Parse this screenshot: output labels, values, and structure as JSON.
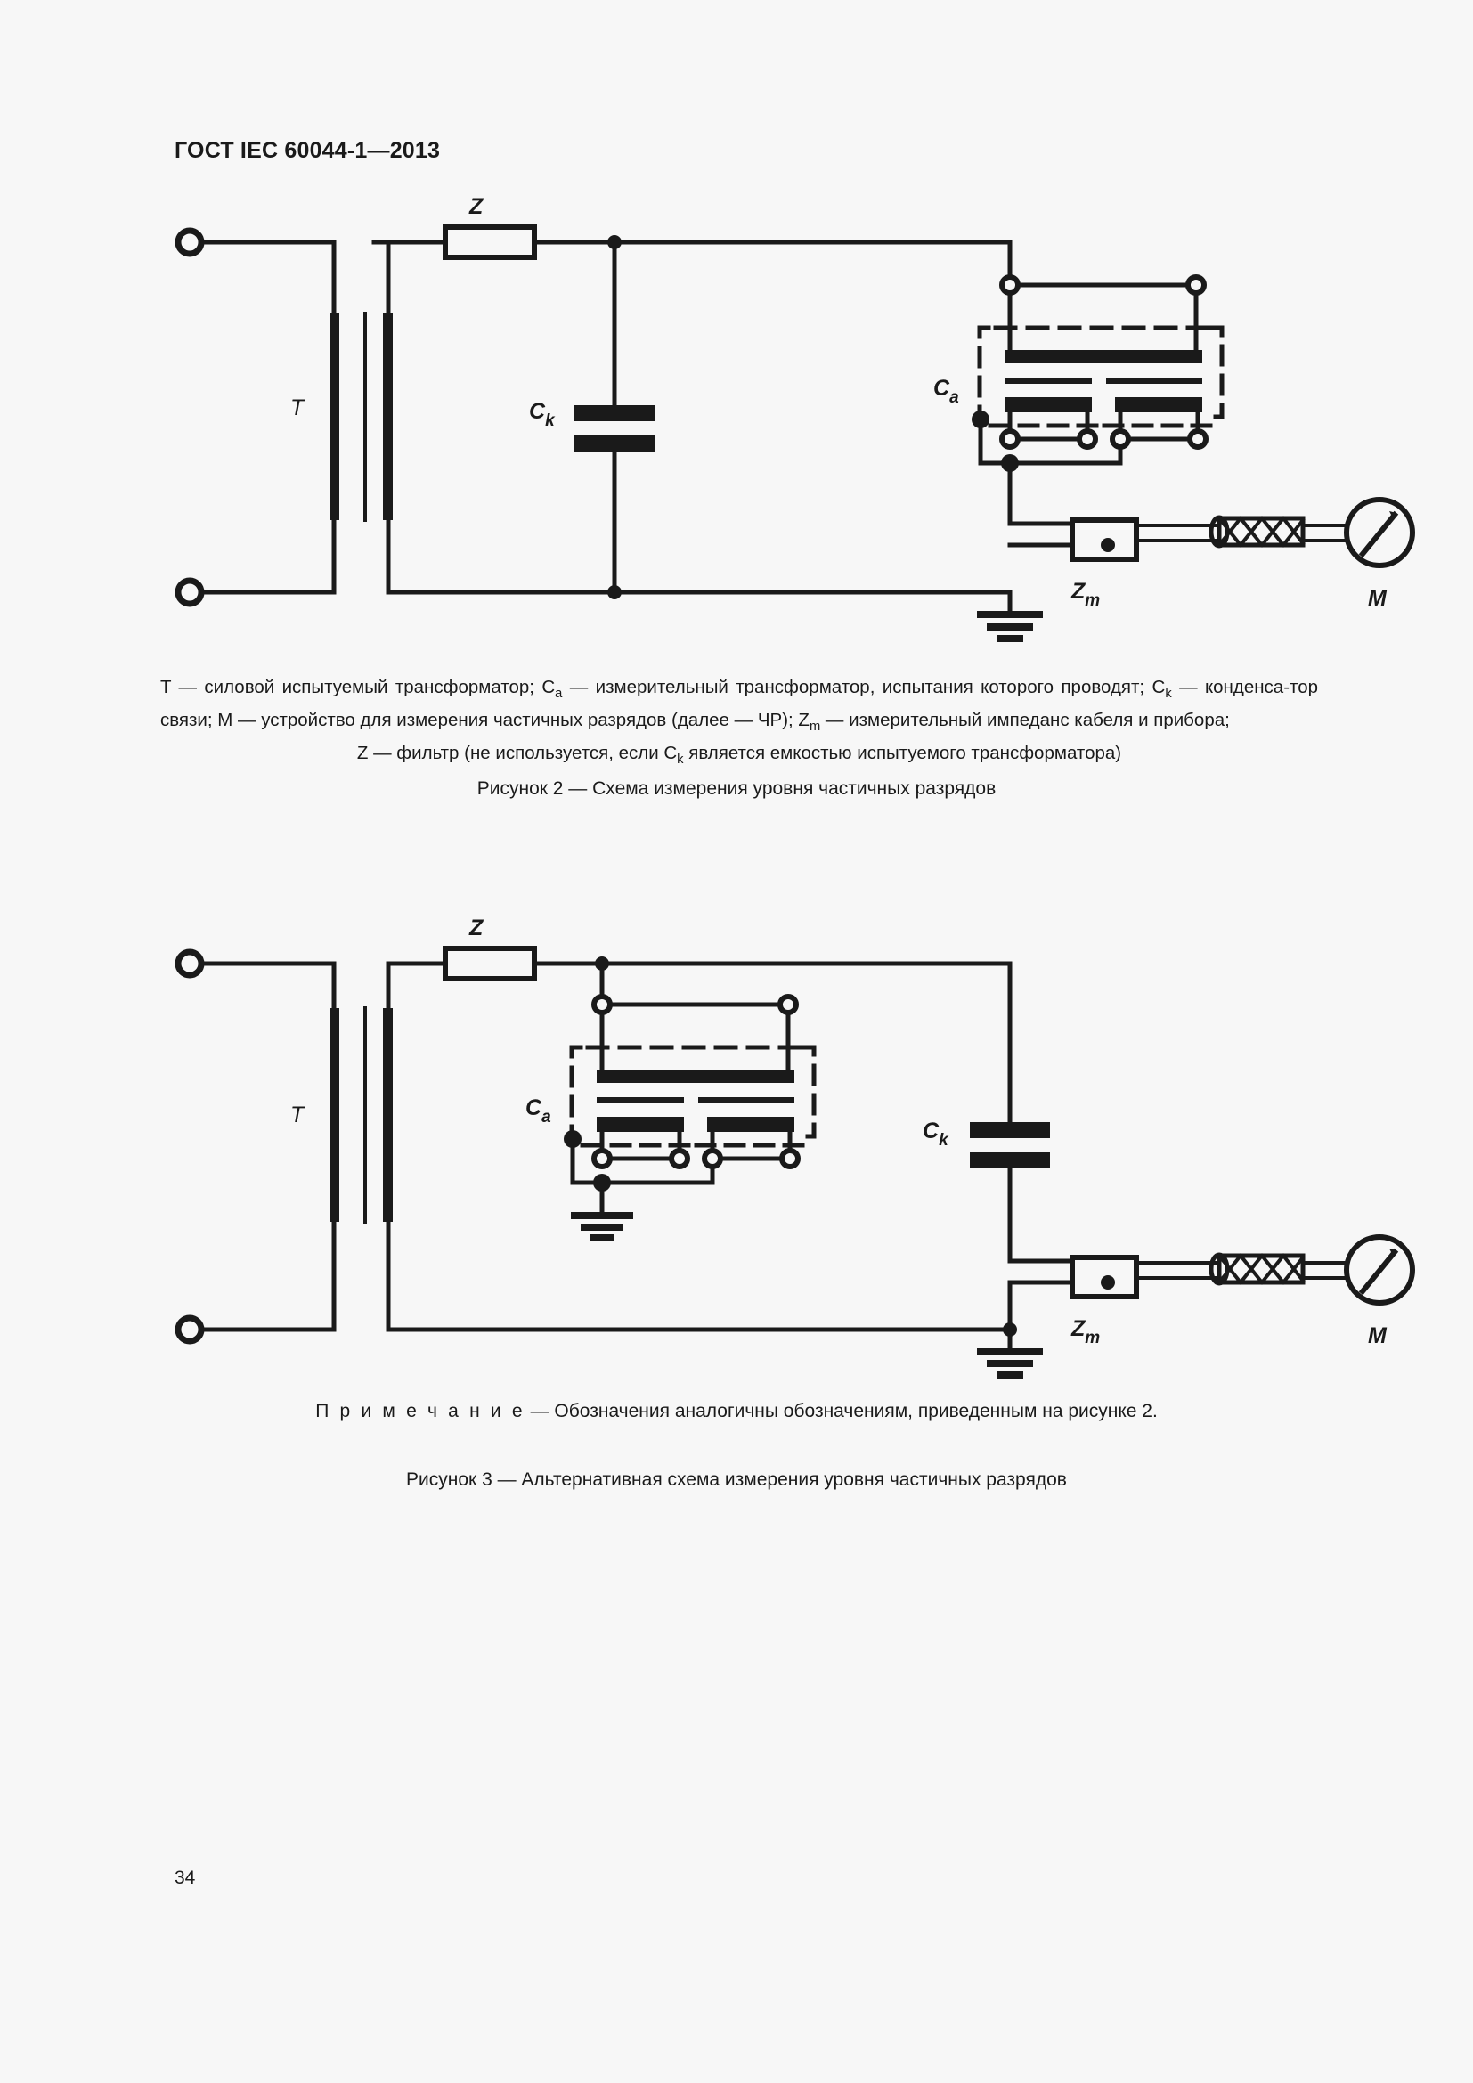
{
  "document": {
    "header": "ГОСТ IEC 60044-1—2013",
    "page_number": "34"
  },
  "figure2": {
    "labels": {
      "transformer": "T",
      "filter": "Z",
      "coupling_capacitor": "C",
      "coupling_capacitor_sub": "k",
      "measuring_transformer": "C",
      "measuring_transformer_sub": "a",
      "measuring_impedance": "Z",
      "measuring_impedance_sub": "m",
      "meter": "M"
    },
    "legend_line1": "T — силовой испытуемый трансформатор; C",
    "legend_line1_sub": "a",
    "legend_line1b": " — измерительный трансформатор, испытания которого проводят; C",
    "legend_line1b_sub": "k",
    "legend_line1c": " — конденса-",
    "legend_line2": "тор связи; M — устройство для измерения частичных разрядов (далее — ЧР); Z",
    "legend_line2_sub": "m",
    "legend_line2b": " — измерительный импеданс кабеля и прибора;",
    "legend_line3a": "Z — фильтр (не используется, если C",
    "legend_line3_sub": "k",
    "legend_line3b": " является емкостью испытуемого трансформатора)",
    "title": "Рисунок 2 — Схема измерения уровня частичных разрядов"
  },
  "figure3": {
    "labels": {
      "transformer": "T",
      "filter": "Z",
      "coupling_capacitor": "C",
      "coupling_capacitor_sub": "k",
      "measuring_transformer": "C",
      "measuring_transformer_sub": "a",
      "measuring_impedance": "Z",
      "measuring_impedance_sub": "m",
      "meter": "M"
    },
    "note_label": "П р и м е ч а н и е",
    "note_text": " — Обозначения аналогичны обозначениям, приведенным на рисунке 2.",
    "title": "Рисунок 3 — Альтернативная схема измерения уровня частичных разрядов"
  },
  "colors": {
    "ink": "#1a1a1a",
    "paper": "#f7f7f7"
  }
}
